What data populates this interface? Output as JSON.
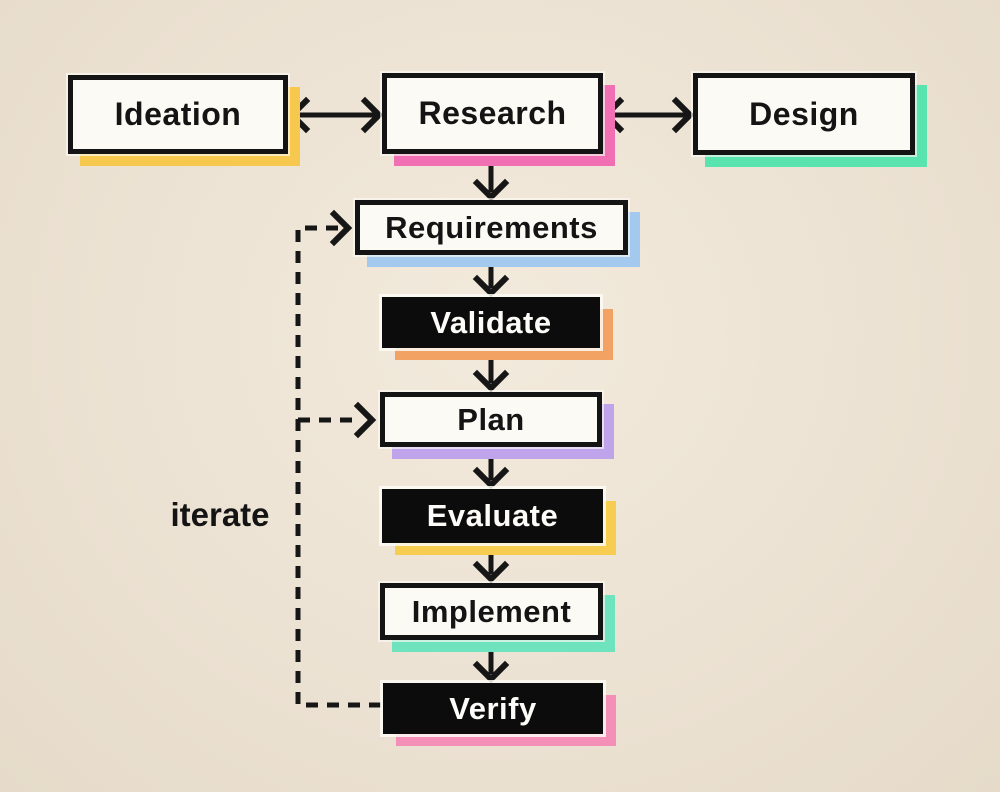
{
  "canvas": {
    "background": "#ece2d3",
    "line_color": "#161616"
  },
  "diagram": {
    "type": "flowchart",
    "loop_label": "iterate"
  },
  "nodes": [
    {
      "id": "ideation",
      "label": "Ideation",
      "variant": "white",
      "shadow": "#f6c94e"
    },
    {
      "id": "research",
      "label": "Research",
      "variant": "white",
      "shadow": "#f170b3"
    },
    {
      "id": "design",
      "label": "Design",
      "variant": "white",
      "shadow": "#58e3af"
    },
    {
      "id": "requirements",
      "label": "Requirements",
      "variant": "white",
      "shadow": "#a3c9ee"
    },
    {
      "id": "validate",
      "label": "Validate",
      "variant": "black",
      "shadow": "#f2a263"
    },
    {
      "id": "plan",
      "label": "Plan",
      "variant": "white",
      "shadow": "#bfa3eb"
    },
    {
      "id": "evaluate",
      "label": "Evaluate",
      "variant": "black",
      "shadow": "#f6cd50"
    },
    {
      "id": "implement",
      "label": "Implement",
      "variant": "white",
      "shadow": "#6fe3be"
    },
    {
      "id": "verify",
      "label": "Verify",
      "variant": "black",
      "shadow": "#f48fb8"
    }
  ],
  "edges": [
    {
      "from": "ideation",
      "to": "research",
      "style": "solid",
      "direction": "both"
    },
    {
      "from": "research",
      "to": "design",
      "style": "solid",
      "direction": "both"
    },
    {
      "from": "research",
      "to": "requirements",
      "style": "solid",
      "direction": "forward"
    },
    {
      "from": "requirements",
      "to": "validate",
      "style": "solid",
      "direction": "forward"
    },
    {
      "from": "validate",
      "to": "plan",
      "style": "solid",
      "direction": "forward"
    },
    {
      "from": "plan",
      "to": "evaluate",
      "style": "solid",
      "direction": "forward"
    },
    {
      "from": "evaluate",
      "to": "implement",
      "style": "solid",
      "direction": "forward"
    },
    {
      "from": "implement",
      "to": "verify",
      "style": "solid",
      "direction": "forward"
    },
    {
      "from": "verify",
      "to": "requirements",
      "style": "dashed",
      "direction": "forward",
      "label": "iterate"
    },
    {
      "from": "verify",
      "to": "plan",
      "style": "dashed",
      "direction": "forward",
      "label": "iterate"
    }
  ]
}
